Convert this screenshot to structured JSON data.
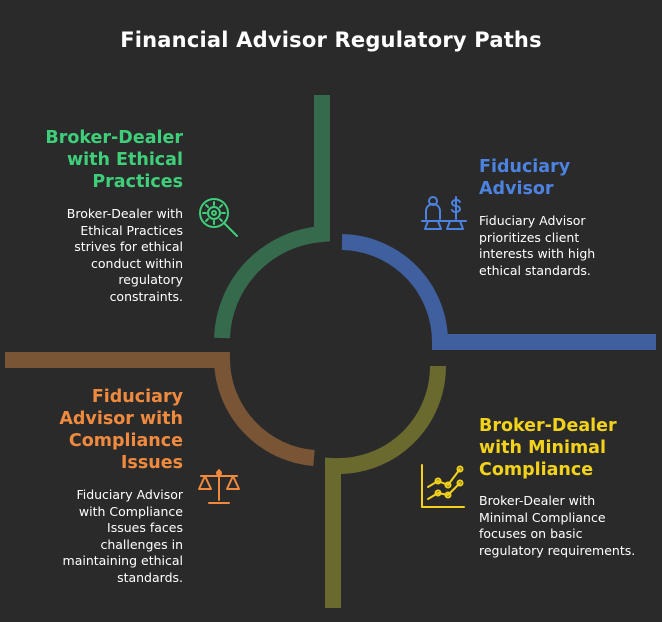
{
  "title": "Financial Advisor Regulatory Paths",
  "quadrants": [
    {
      "heading_lines": [
        "Broker-Dealer",
        "with Ethical",
        "Practices"
      ],
      "body_lines": [
        "Broker-Dealer with",
        "Ethical Practices",
        "strives for ethical",
        "conduct within",
        "regulatory",
        "constraints."
      ],
      "color": "#3fcf7a",
      "arm_color": "#356a4d",
      "icon": "gear-magnifier-icon"
    },
    {
      "heading_lines": [
        "Fiduciary",
        "Advisor"
      ],
      "body_lines": [
        "Fiduciary Advisor",
        "prioritizes client",
        "interests with high",
        "ethical standards."
      ],
      "color": "#4c82e0",
      "arm_color": "#3f5f9e",
      "icon": "person-scale-dollar-icon"
    },
    {
      "heading_lines": [
        "Fiduciary",
        "Advisor with",
        "Compliance",
        "Issues"
      ],
      "body_lines": [
        "Fiduciary Advisor",
        "with Compliance",
        "Issues faces",
        "challenges in",
        "maintaining ethical",
        "standards."
      ],
      "color": "#f08a3e",
      "arm_color": "#7a5535",
      "icon": "balance-scale-icon"
    },
    {
      "heading_lines": [
        "Broker-Dealer",
        "with Minimal",
        "Compliance"
      ],
      "body_lines": [
        "Broker-Dealer with",
        "Minimal Compliance",
        "focuses on basic",
        "regulatory requirements."
      ],
      "color": "#f2d21a",
      "arm_color": "#6b6a2e",
      "icon": "line-chart-icon"
    }
  ]
}
